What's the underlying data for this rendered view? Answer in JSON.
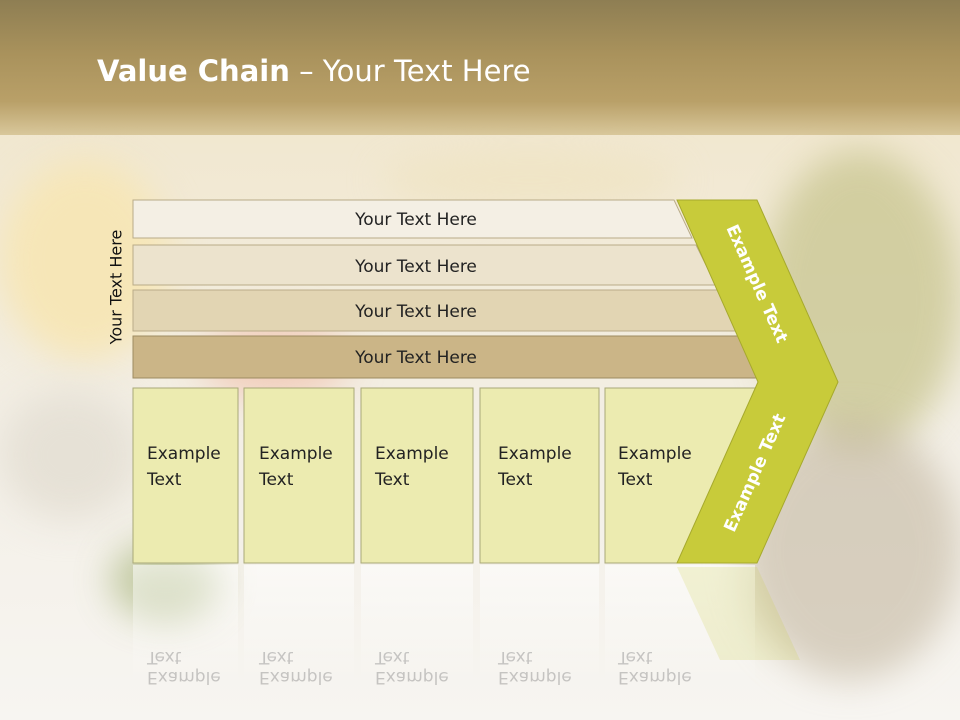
{
  "slide": {
    "title_bold": "Value Chain",
    "title_rest": " – Your Text Here",
    "side_label": "Your Text Here"
  },
  "rows": [
    {
      "label": "Your Text Here",
      "color": "#f4efe4"
    },
    {
      "label": "Your Text Here",
      "color": "#ece3cd"
    },
    {
      "label": "Your Text Here",
      "color": "#e2d5b3"
    },
    {
      "label": "Your Text Here",
      "color": "#cbb587"
    }
  ],
  "boxes": [
    {
      "line1": "Example",
      "line2": "Text"
    },
    {
      "line1": "Example",
      "line2": "Text"
    },
    {
      "line1": "Example",
      "line2": "Text"
    },
    {
      "line1": "Example",
      "line2": "Text"
    },
    {
      "line1": "Example",
      "line2": "Text"
    }
  ],
  "arrow": {
    "upper_label": "Example Text",
    "lower_label": "Example Text"
  },
  "colors": {
    "box_fill": "#ecebb0",
    "arrow_fill": "#c8cb3a",
    "header": "#a9925c"
  }
}
